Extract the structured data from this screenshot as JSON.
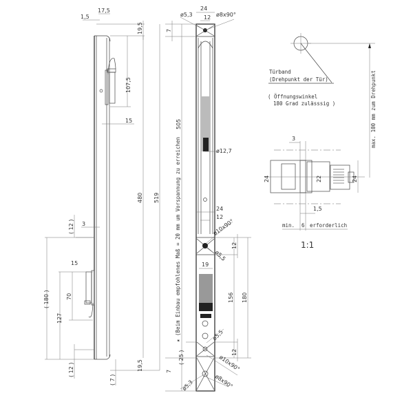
{
  "side_view": {
    "dims": {
      "d1_5": "1,5",
      "d17_5": "17,5",
      "d19_5_top": "19,5",
      "d107_5": "107,5",
      "d15_top": "15",
      "d480": "480",
      "d519": "519",
      "d12_a": "( 12 )",
      "d3": "3",
      "d180": "( 180 )",
      "d15_bottom": "15",
      "d70": "70",
      "d127": "127",
      "d12_b": "( 12 )",
      "d19_5_bottom": "19,5",
      "d7": "( 7 )"
    }
  },
  "front_view": {
    "dims": {
      "d24_top": "24",
      "d5_3_top": "ø5,3",
      "d12_top": "12",
      "d8x90_top": "ø8x90°",
      "d7_top": "7",
      "d505": "505",
      "d12_7": "ø12,7",
      "d24_mid": "24",
      "d12_mid": "12",
      "d10x90_mid": "ø10x90°",
      "d5_5_mid": "ø5,5",
      "d12_right_mid": "12",
      "d19": "19",
      "d156": "156",
      "d180": "180",
      "d5_5_bottom": "ø5,5",
      "d12_right_bottom": "12",
      "d10x90_bottom": "ø10x90°",
      "d5_3_bottom": "ø5,3",
      "d8x90_bottom": "ø8x90°",
      "d25": "( 25 )",
      "d7_bottom": "7"
    },
    "note": "★ (Beim Einbau empfohlenes Maß = 20 mm um Vorspannung zu erreichen"
  },
  "detail": {
    "hinge_label": "Türband",
    "hinge_sub": "(Drehpunkt der Tür)",
    "angle_line1": "( Öffnungswinkel",
    "angle_line2": "180 Grad zulässsig )",
    "max_label": "max. 100 mm zum Drehpunkt",
    "d3": "3",
    "d24_left": "24",
    "d22": "22",
    "d24_right": "24",
    "d1_5": "1,5",
    "min_label": "min.",
    "min_value": "6",
    "required_label": "erforderlich",
    "scale": "1:1"
  }
}
